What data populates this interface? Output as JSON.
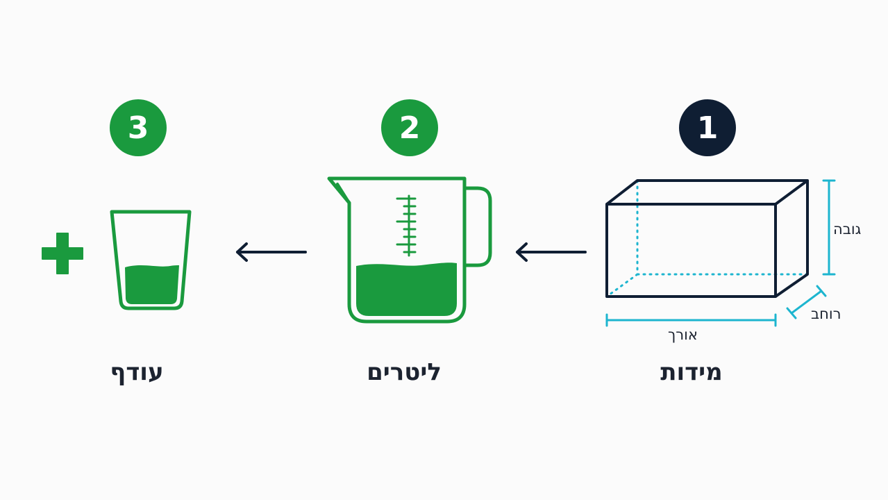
{
  "steps": [
    {
      "number": "1",
      "label": "מידות",
      "color": "#0f1e33"
    },
    {
      "number": "2",
      "label": "ליטרים",
      "color": "#1a9a3e"
    },
    {
      "number": "3",
      "label": "עודף",
      "color": "#1a9a3e"
    }
  ],
  "box": {
    "height_label": "גובה",
    "width_label": "רוחב",
    "length_label": "אורך"
  },
  "colors": {
    "navy": "#0f1e33",
    "green": "#1a9a3e",
    "cyan": "#1db5cf",
    "text": "#1c2330",
    "background": "#fbfbfb"
  },
  "icons": {
    "step1": "box-dimensions-icon",
    "step2": "measuring-jug-icon",
    "step3": "glass-icon",
    "plus": "plus-icon",
    "arrow": "arrow-left-icon"
  }
}
